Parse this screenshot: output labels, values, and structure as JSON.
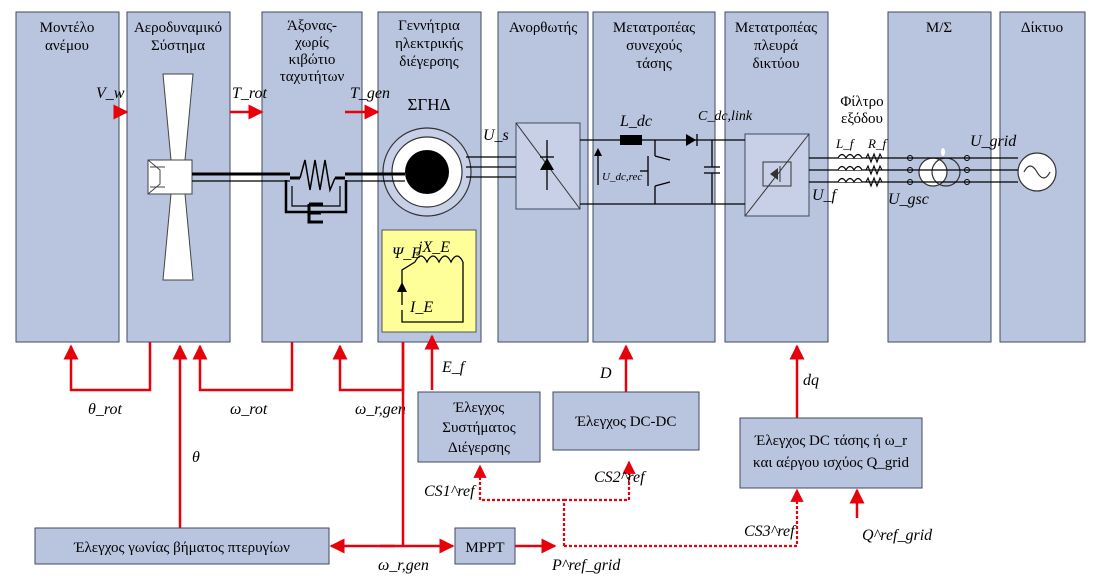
{
  "blocks": {
    "wind_model": [
      "Μοντέλο",
      "ανέμου"
    ],
    "aero": [
      "Αεροδυναμικό",
      "Σύστημα"
    ],
    "shaft": [
      "Άξονας-",
      "χωρίς",
      "κιβώτιο",
      "ταχυτήτων"
    ],
    "generator": [
      "Γεννήτρια",
      "ηλεκτρικής",
      "διέγερσης"
    ],
    "generator_type": "ΣΓΗΔ",
    "rectifier": "Ανορθωτής",
    "dcdc": [
      "Μετατροπέας",
      "συνεχούς",
      "τάσης"
    ],
    "grid_converter": [
      "Μετατροπέας",
      "πλευρά",
      "δικτύου"
    ],
    "transformer": "Μ/Σ",
    "grid": "Δίκτυο"
  },
  "filter_label": [
    "Φίλτρο",
    "εξόδου"
  ],
  "signals": {
    "vw": "V_w",
    "trot": "T_rot",
    "tgen": "T_gen",
    "us": "U_s",
    "ldc": "L_dc",
    "cdc": "C_dc,link",
    "udcrec": "U_dc,rec",
    "lf": "L_f",
    "rf": "R_f",
    "uf": "U_f",
    "ugrid": "U_grid",
    "ugsc": "U_gsc",
    "psi": "Ψ_E",
    "jx": "jX_E",
    "ie": "I_E",
    "ef": "E_f",
    "d": "D",
    "dq": "dq",
    "theta_rot": "θ_rot",
    "omega_rot": "ω_rot",
    "omega_rgen": "ω_r,gen",
    "theta": "θ",
    "omega_rgen_bottom": "ω_r,gen",
    "cs1": "CS1^ref",
    "cs2": "CS2^ref",
    "cs3": "CS3^ref",
    "pref": "P^ref_grid",
    "qref": "Q^ref_grid"
  },
  "controllers": {
    "excitation": [
      "Έλεγχος",
      "Συστήματος",
      "Διέγερσης"
    ],
    "dcdc": "Έλεγχος DC-DC",
    "dc_voltage": [
      "Έλεγχος DC τάσης ή ω_r",
      "και αέργου ισχύος Q_grid"
    ],
    "pitch": "Έλεγχος γωνίας βήματος πτερυγίων",
    "mppt": "MPPT"
  },
  "colors": {
    "block_fill": "#b9c4de",
    "signal_red": "#e8000b",
    "excitation_fill": "#ffff99"
  }
}
